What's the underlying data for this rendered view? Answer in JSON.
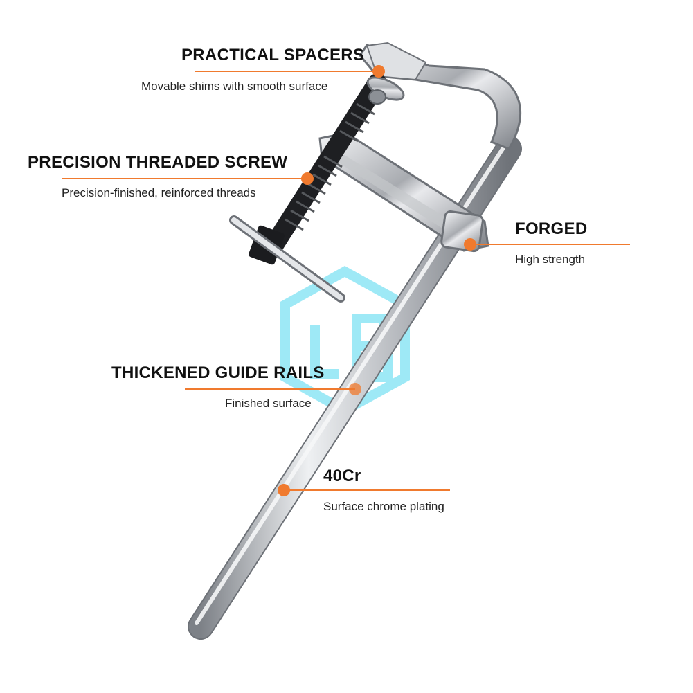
{
  "accent_color": "#f07a2e",
  "watermark_color": "#4fd8f0",
  "callouts": [
    {
      "title": "PRACTICAL SPACERS",
      "subtitle": "Movable shims with smooth surface"
    },
    {
      "title": "PRECISION THREADED SCREW",
      "subtitle": "Precision-finished, reinforced threads"
    },
    {
      "title": "FORGED",
      "subtitle": "High strength"
    },
    {
      "title": "THICKENED GUIDE RAILS",
      "subtitle": "Finished surface"
    },
    {
      "title": "40Cr",
      "subtitle": "Surface chrome plating"
    }
  ]
}
